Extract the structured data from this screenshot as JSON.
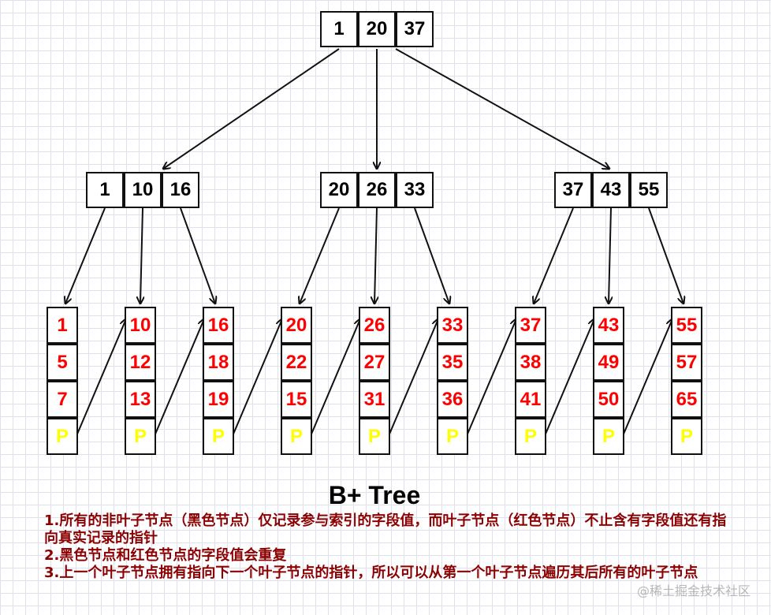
{
  "root": {
    "keys": [
      "1",
      "20",
      "37"
    ]
  },
  "internal": [
    {
      "keys": [
        "1",
        "10",
        "16"
      ]
    },
    {
      "keys": [
        "20",
        "26",
        "33"
      ]
    },
    {
      "keys": [
        "37",
        "43",
        "55"
      ]
    }
  ],
  "leaves": [
    {
      "keys": [
        "1",
        "5",
        "7"
      ],
      "pointer": "P"
    },
    {
      "keys": [
        "10",
        "12",
        "13"
      ],
      "pointer": "P"
    },
    {
      "keys": [
        "16",
        "18",
        "19"
      ],
      "pointer": "P"
    },
    {
      "keys": [
        "20",
        "22",
        "15"
      ],
      "pointer": "P"
    },
    {
      "keys": [
        "26",
        "27",
        "31"
      ],
      "pointer": "P"
    },
    {
      "keys": [
        "33",
        "35",
        "36"
      ],
      "pointer": "P"
    },
    {
      "keys": [
        "37",
        "38",
        "41"
      ],
      "pointer": "P"
    },
    {
      "keys": [
        "43",
        "49",
        "50"
      ],
      "pointer": "P"
    },
    {
      "keys": [
        "55",
        "57",
        "65"
      ],
      "pointer": "P"
    }
  ],
  "colors": {
    "internal_text": "#000000",
    "leaf_text": "#ff0000",
    "pointer_text": "#ffff00",
    "notes_text": "#8b0000"
  },
  "title": "B+ Tree",
  "notes": [
    "1.所有的非叶子节点（黑色节点）仅记录参与索引的字段值，而叶子节点（红色节点）不止含有字段值还有指向真实记录的指针",
    "2.黑色节点和红色节点的字段值会重复",
    "3.上一个叶子节点拥有指向下一个叶子节点的指针，所以可以从第一个叶子节点遍历其后所有的叶子节点"
  ],
  "watermark": "@稀土掘金技术社区"
}
